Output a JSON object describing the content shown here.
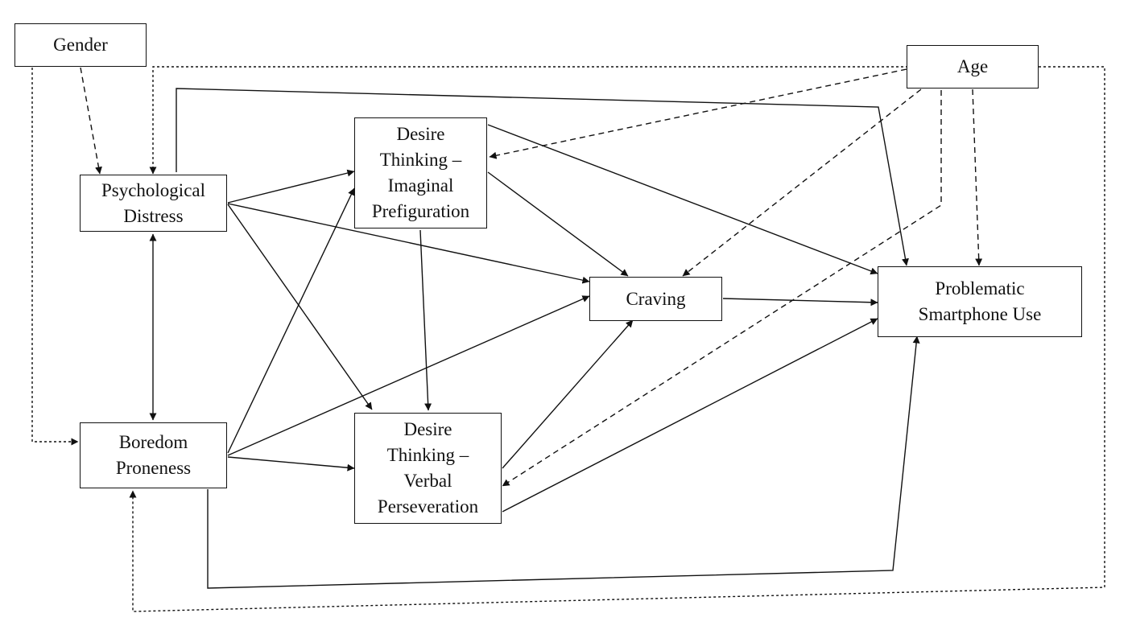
{
  "nodes": {
    "gender": {
      "lines": [
        "Gender"
      ]
    },
    "age": {
      "lines": [
        "Age"
      ]
    },
    "psychological_distress": {
      "lines": [
        "Psychological",
        "Distress"
      ]
    },
    "boredom_proneness": {
      "lines": [
        "Boredom",
        "Proneness"
      ]
    },
    "desire_thinking_imaginal": {
      "lines": [
        "Desire",
        "Thinking –",
        "Imaginal",
        "Prefiguration"
      ]
    },
    "desire_thinking_verbal": {
      "lines": [
        "Desire",
        "Thinking –",
        "Verbal",
        "Perseveration"
      ]
    },
    "craving": {
      "lines": [
        "Craving"
      ]
    },
    "problematic_smartphone_use": {
      "lines": [
        "Problematic",
        "Smartphone Use"
      ]
    }
  },
  "paths": [
    {
      "from": "psychological_distress",
      "to": "desire_thinking_imaginal",
      "style": "solid"
    },
    {
      "from": "psychological_distress",
      "to": "craving",
      "style": "solid"
    },
    {
      "from": "psychological_distress",
      "to": "desire_thinking_verbal",
      "style": "solid"
    },
    {
      "from": "psychological_distress",
      "to": "problematic_smartphone_use",
      "style": "solid"
    },
    {
      "from": "psychological_distress",
      "to": "boredom_proneness",
      "style": "solid",
      "bidirectional": true
    },
    {
      "from": "boredom_proneness",
      "to": "desire_thinking_imaginal",
      "style": "solid"
    },
    {
      "from": "boredom_proneness",
      "to": "craving",
      "style": "solid"
    },
    {
      "from": "boredom_proneness",
      "to": "desire_thinking_verbal",
      "style": "solid"
    },
    {
      "from": "boredom_proneness",
      "to": "problematic_smartphone_use",
      "style": "solid"
    },
    {
      "from": "desire_thinking_imaginal",
      "to": "desire_thinking_verbal",
      "style": "solid"
    },
    {
      "from": "desire_thinking_imaginal",
      "to": "craving",
      "style": "solid"
    },
    {
      "from": "desire_thinking_imaginal",
      "to": "problematic_smartphone_use",
      "style": "solid"
    },
    {
      "from": "desire_thinking_verbal",
      "to": "craving",
      "style": "solid"
    },
    {
      "from": "desire_thinking_verbal",
      "to": "problematic_smartphone_use",
      "style": "solid"
    },
    {
      "from": "craving",
      "to": "problematic_smartphone_use",
      "style": "solid"
    },
    {
      "from": "gender",
      "to": "psychological_distress",
      "style": "dashed"
    },
    {
      "from": "gender",
      "to": "boredom_proneness",
      "style": "dotted"
    },
    {
      "from": "age",
      "to": "desire_thinking_imaginal",
      "style": "dashed"
    },
    {
      "from": "age",
      "to": "craving",
      "style": "dashed"
    },
    {
      "from": "age",
      "to": "desire_thinking_verbal",
      "style": "dashed"
    },
    {
      "from": "age",
      "to": "problematic_smartphone_use",
      "style": "dashed"
    },
    {
      "from": "age",
      "to": "psychological_distress",
      "style": "dotted"
    },
    {
      "from": "age",
      "to": "boredom_proneness",
      "style": "dotted"
    }
  ],
  "colors": {
    "line": "#111111",
    "box_border": "#111111",
    "background": "#ffffff"
  }
}
